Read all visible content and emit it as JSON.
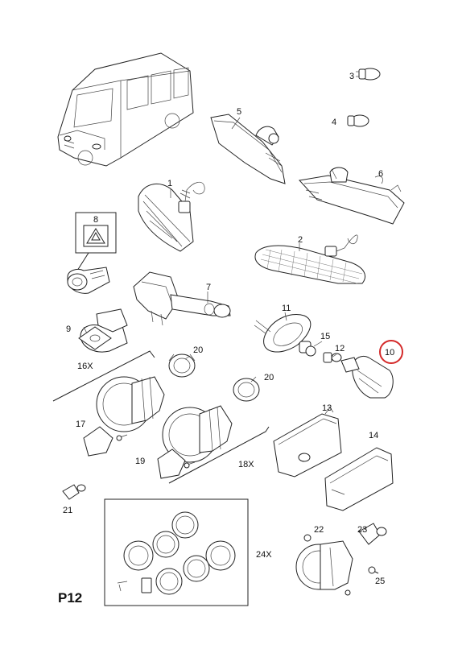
{
  "page_code": "P12",
  "callouts": [
    {
      "id": "c1",
      "text": "1"
    },
    {
      "id": "c2",
      "text": "2"
    },
    {
      "id": "c3",
      "text": "3"
    },
    {
      "id": "c4",
      "text": "4"
    },
    {
      "id": "c5",
      "text": "5"
    },
    {
      "id": "c6",
      "text": "6"
    },
    {
      "id": "c7",
      "text": "7"
    },
    {
      "id": "c8",
      "text": "8"
    },
    {
      "id": "c9",
      "text": "9"
    },
    {
      "id": "c10",
      "text": "10"
    },
    {
      "id": "c11",
      "text": "11"
    },
    {
      "id": "c12",
      "text": "12"
    },
    {
      "id": "c13",
      "text": "13"
    },
    {
      "id": "c14",
      "text": "14"
    },
    {
      "id": "c15",
      "text": "15"
    },
    {
      "id": "c16",
      "text": "16X"
    },
    {
      "id": "c17",
      "text": "17"
    },
    {
      "id": "c18",
      "text": "18X"
    },
    {
      "id": "c19",
      "text": "19"
    },
    {
      "id": "c20a",
      "text": "20"
    },
    {
      "id": "c20b",
      "text": "20"
    },
    {
      "id": "c21",
      "text": "21"
    },
    {
      "id": "c22",
      "text": "22"
    },
    {
      "id": "c23",
      "text": "23"
    },
    {
      "id": "c24",
      "text": "24X"
    },
    {
      "id": "c25",
      "text": "25"
    }
  ],
  "highlight": {
    "callout": "10",
    "color": "#d42a2a"
  },
  "icons": [
    "hazard-triangle-icon"
  ]
}
